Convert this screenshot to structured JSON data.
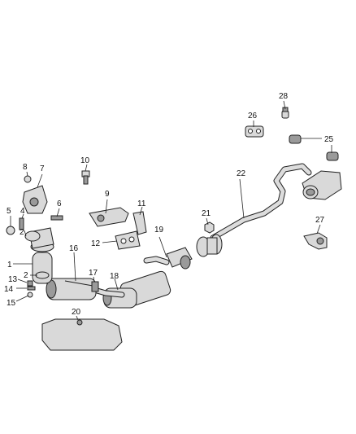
{
  "callouts": [
    {
      "id": "c1",
      "label": "1"
    },
    {
      "id": "c2a",
      "label": "2"
    },
    {
      "id": "c2b",
      "label": "2"
    },
    {
      "id": "c4",
      "label": "4"
    },
    {
      "id": "c5",
      "label": "5"
    },
    {
      "id": "c6",
      "label": "6"
    },
    {
      "id": "c7",
      "label": "7"
    },
    {
      "id": "c8",
      "label": "8"
    },
    {
      "id": "c9",
      "label": "9"
    },
    {
      "id": "c10",
      "label": "10"
    },
    {
      "id": "c11",
      "label": "11"
    },
    {
      "id": "c12",
      "label": "12"
    },
    {
      "id": "c13",
      "label": "13"
    },
    {
      "id": "c14",
      "label": "14"
    },
    {
      "id": "c15",
      "label": "15"
    },
    {
      "id": "c16",
      "label": "16"
    },
    {
      "id": "c17",
      "label": "17"
    },
    {
      "id": "c18",
      "label": "18"
    },
    {
      "id": "c19",
      "label": "19"
    },
    {
      "id": "c20",
      "label": "20"
    },
    {
      "id": "c21",
      "label": "21"
    },
    {
      "id": "c22",
      "label": "22"
    },
    {
      "id": "c25",
      "label": "25"
    },
    {
      "id": "c26",
      "label": "26"
    },
    {
      "id": "c27",
      "label": "27"
    },
    {
      "id": "c28",
      "label": "28"
    }
  ]
}
